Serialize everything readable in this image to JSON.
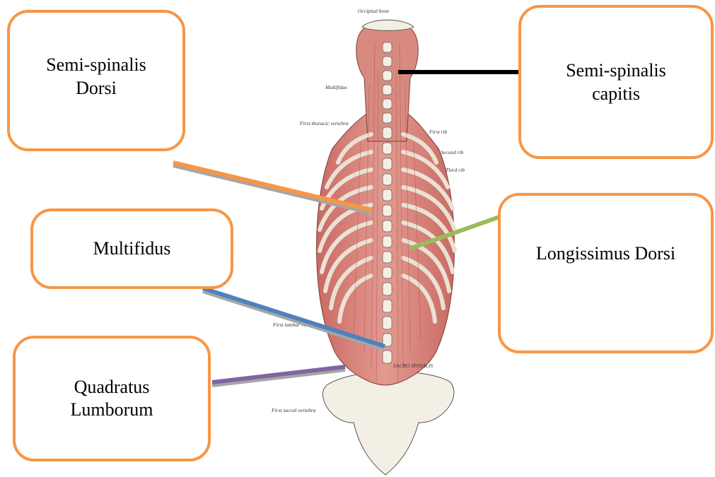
{
  "labels": {
    "semispinalis_dorsi": "Semi-spinalis\nDorsi",
    "semispinalis_capitis": "Semi-spinalis\ncapitis",
    "multifidus": "Multifidus",
    "longissimus_dorsi": "Longissimus Dorsi",
    "quadratus_lumborum": "Quadratus\nLumborum"
  },
  "anatomy_annotations": {
    "occipital_bone": "Occipital bone",
    "multifidus": "Multifidus",
    "first_thoracic_vertebra": "First thoracic vertebra",
    "first_rib": "First rib",
    "second_rib": "Second rib",
    "third_rib": "Third rib",
    "first_lumbar_vertebra": "First lumbar vertebra",
    "first_sacral_vertebra": "First sacral vertebra",
    "sacro_spinalis": "SACRO SPINALIS"
  },
  "colors": {
    "box_border": "#f79646",
    "line_semispinalis_capitis": "#000000",
    "line_semispinalis_dorsi": "#f79646",
    "line_longissimus": "#9bbb59",
    "line_multifidus": "#4f81bd",
    "line_quadratus": "#8064a2",
    "muscle": "#d4827a",
    "bone": "#f4efe4"
  }
}
